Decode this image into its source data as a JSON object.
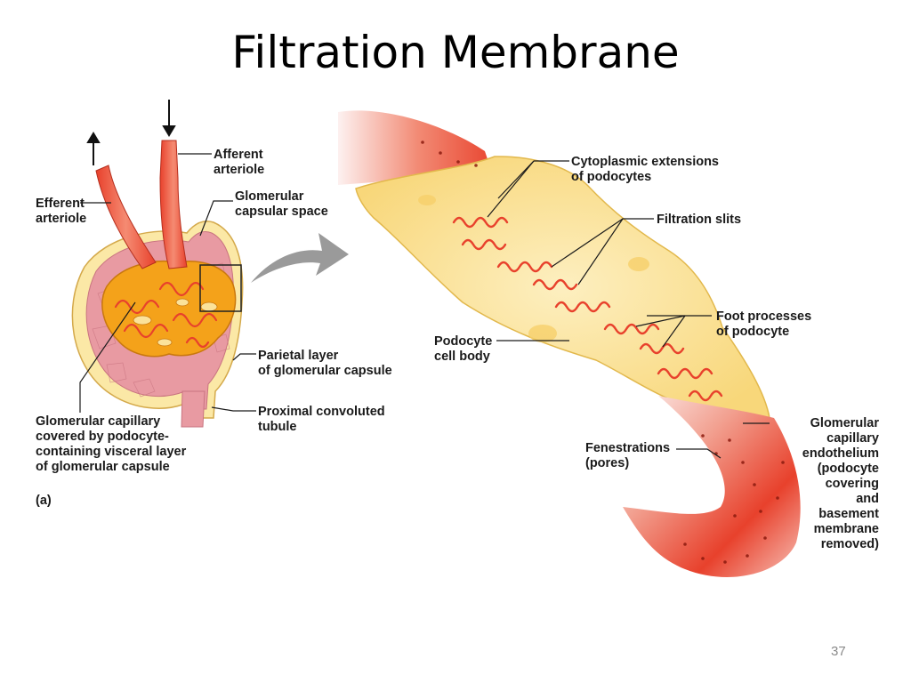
{
  "slide": {
    "title": "Filtration Membrane",
    "page_number": "37"
  },
  "panel_a": {
    "panel_label": "(a)",
    "labels": {
      "afferent_arteriole": "Afferent\narteriole",
      "efferent_arteriole": "Efferent\narteriole",
      "glomerular_capsular_space": "Glomerular\ncapsular space",
      "parietal_layer": "Parietal layer\nof glomerular capsule",
      "proximal_convoluted_tubule": "Proximal convoluted\ntubule",
      "glomerular_capillary": "Glomerular capillary\ncovered by podocyte-\ncontaining visceral layer\nof glomerular capsule"
    }
  },
  "panel_b": {
    "labels": {
      "cytoplasmic_extensions": "Cytoplasmic extensions\nof podocytes",
      "filtration_slits": "Filtration slits",
      "foot_processes": "Foot processes\nof podocyte",
      "podocyte_cell_body": "Podocyte\ncell body",
      "fenestrations": "Fenestrations\n(pores)",
      "capillary_endothelium": "Glomerular\ncapillary\nendothelium\n(podocyte\ncovering\nand\nbasement\nmembrane\nremoved)"
    }
  },
  "colors": {
    "capillary_red": "#e8412c",
    "podocyte_yellow": "#fbe29a",
    "capsule_pink": "#e89aa2",
    "capillary_orange": "#f4a21a",
    "arrow_gray": "#9a9a9a"
  }
}
